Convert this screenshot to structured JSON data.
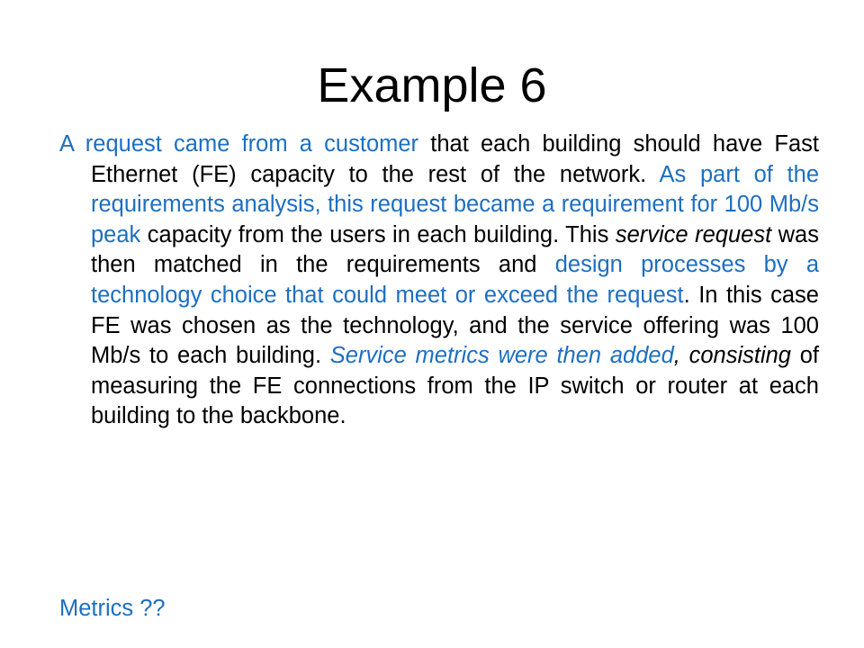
{
  "slide": {
    "title": "Example 6",
    "paragraph": {
      "s1": "A request came from a customer",
      "s2": " that each building should have Fast Ethernet (FE) capacity to the rest of the network. ",
      "s3": "As part of the requirements analysis, this request became a requirement for 100 Mb/s peak",
      "s4": " capacity from the users in each building. This ",
      "s5": "service request",
      "s6": " was then matched in the requirements and ",
      "s7": "design processes by a technology choice that could meet or exceed the request",
      "s8": ". In this case FE was chosen as the technology, and the service offering was 100 Mb/s to each building. ",
      "s9": "Service metrics were then added",
      "s10": ", ",
      "s11": "consisting",
      "s12": " of measuring the FE connections from the IP switch or router at each building to the backbone."
    },
    "metrics_label": "Metrics ??",
    "colors": {
      "accent_blue": "#1d6fc0",
      "text": "#000000",
      "background": "#ffffff"
    }
  }
}
